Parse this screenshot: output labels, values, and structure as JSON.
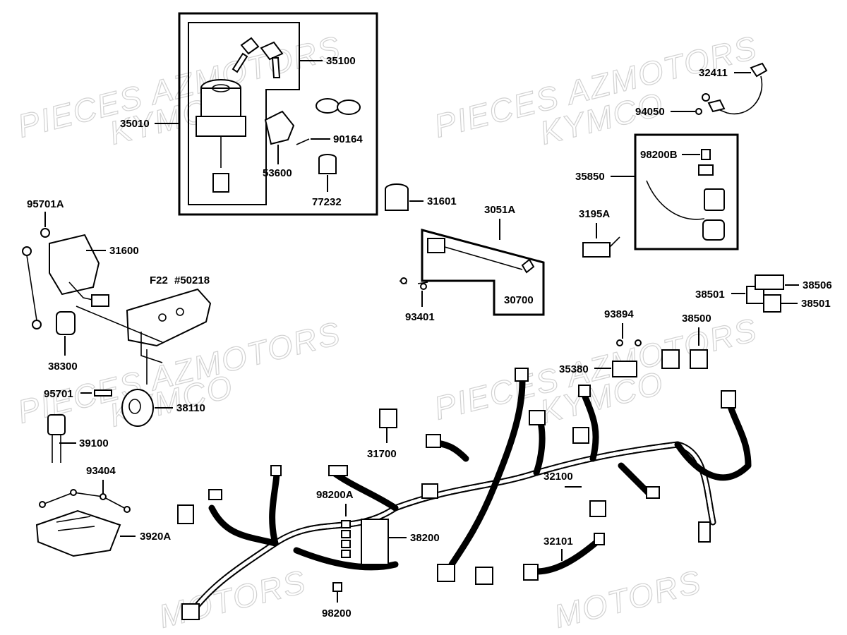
{
  "watermarks": [
    "PIECES AZMOTORS",
    "KYMCO"
  ],
  "parts": {
    "p35100": "35100",
    "p35010": "35010",
    "p90164": "90164",
    "p53600": "53600",
    "p77232": "77232",
    "p31601": "31601",
    "p95701A": "95701A",
    "p31600": "31600",
    "pF22": "F22",
    "p50218": "#50218",
    "p38300": "38300",
    "p95701": "95701",
    "p38110": "38110",
    "p39100": "39100",
    "p93404": "93404",
    "p3920A": "3920A",
    "p3051A": "3051A",
    "p30700": "30700",
    "p93401": "93401",
    "p32411": "32411",
    "p94050": "94050",
    "p98200B": "98200B",
    "p35850": "35850",
    "p3195A": "3195A",
    "p38501a": "38501",
    "p38506": "38506",
    "p38501b": "38501",
    "p93894": "93894",
    "p38500": "38500",
    "p35380": "35380",
    "p31700": "31700",
    "p32100": "32100",
    "p98200A": "98200A",
    "p38200": "38200",
    "p32101": "32101",
    "p98200": "98200"
  }
}
